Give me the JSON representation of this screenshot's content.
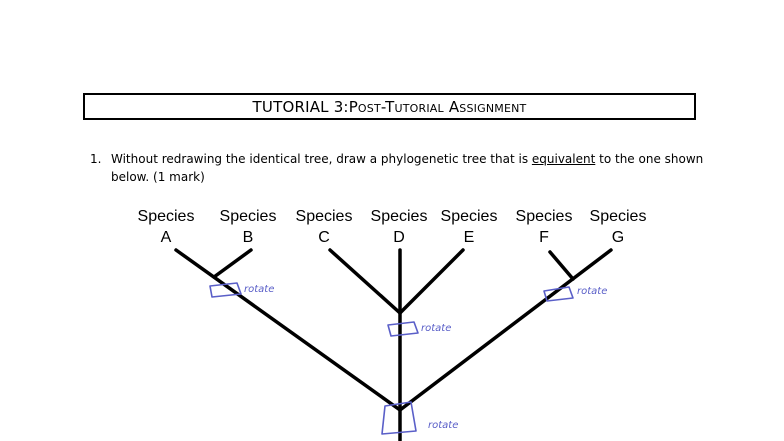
{
  "title": {
    "main": "TUTORIAL 3: ",
    "sc": "Post-Tutorial Assignment"
  },
  "question": {
    "number": "1.",
    "text_before": "Without redrawing the identical tree, draw a phylogenetic tree that is ",
    "underlined": "equivalent",
    "text_after": " to the one shown below. (1 mark)"
  },
  "species": [
    {
      "word": "Species",
      "letter": "A"
    },
    {
      "word": "Species",
      "letter": "B"
    },
    {
      "word": "Species",
      "letter": "C"
    },
    {
      "word": "Species",
      "letter": "D"
    },
    {
      "word": "Species",
      "letter": "E"
    },
    {
      "word": "Species",
      "letter": "F"
    },
    {
      "word": "Species",
      "letter": "G"
    }
  ],
  "annotations": {
    "rotate_ab": "rotate",
    "rotate_cde": "rotate",
    "rotate_fg": "rotate",
    "rotate_root": "rotate"
  },
  "colors": {
    "annotation": "#5a5fc8",
    "tree": "#000000"
  }
}
